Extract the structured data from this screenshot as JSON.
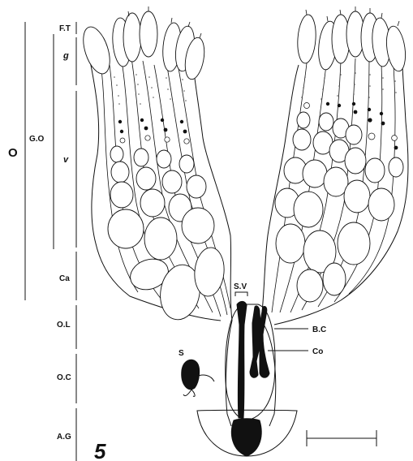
{
  "figure": {
    "number": "5",
    "labels": {
      "o": "O",
      "go": "G.O",
      "ft": "F.T",
      "g": "g",
      "v": "v",
      "ca": "Ca",
      "ol": "O.L",
      "oc": "O.C",
      "ag": "A.G",
      "s": "S",
      "sv": "S.V",
      "bc": "B.C",
      "co": "Co"
    }
  }
}
